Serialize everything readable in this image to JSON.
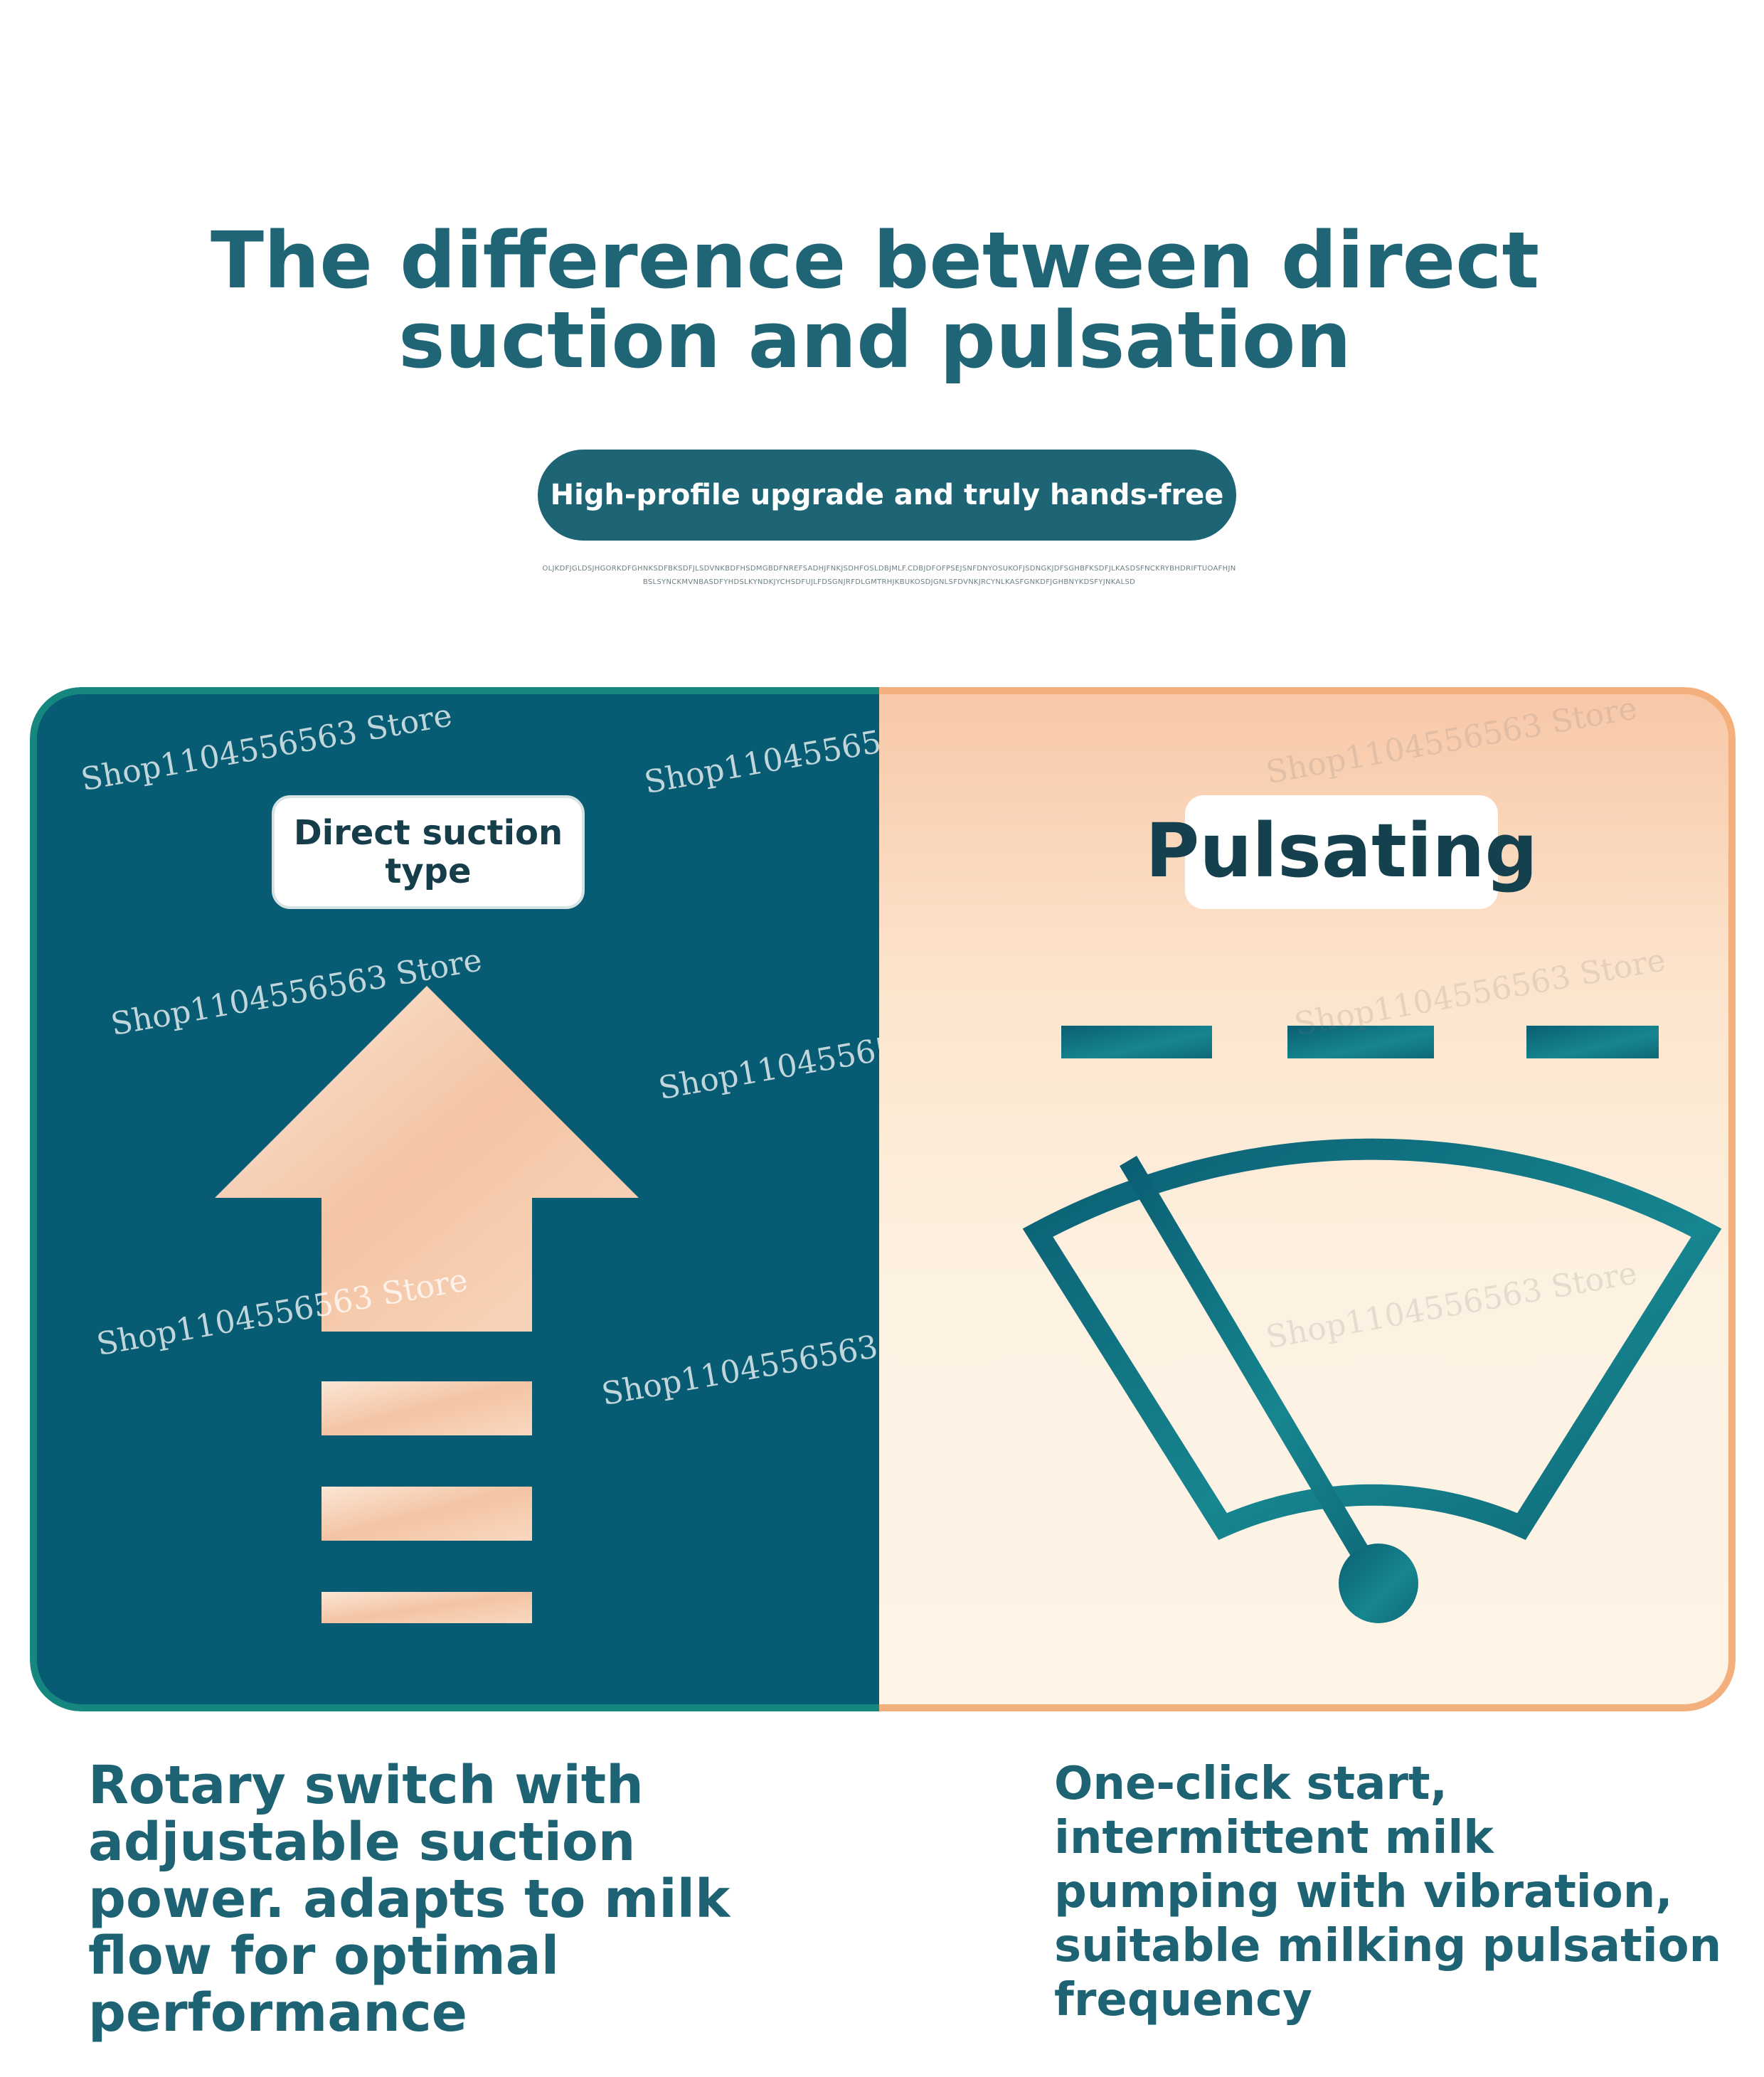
{
  "header": {
    "title": "The difference between direct suction and pulsation",
    "badge": "High-profile upgrade and truly hands-free",
    "fine_print": "OLJKDFJGLDSJHGORKDFGHNKSDFBKSDFJLSDVNKBDFHSDMGBDFNREFSADHJFNKJSDHFOSLDBJMLF.CDBJDFOFPSEJSNFDNYOSUKOFJSDNGKJDFSGHBFKSDFJLKASDSFNCKRYBHDRIFTUOAFHJNBSLSYNCKMVNBASDFYHDSLKYNDKJYCHSDFUJLFDSGNJRFDLGMTRHJKBUKOSDJGNLSFDVNKJRCYNLKASFGNKDFJGHBNYKDSFYJNKALSD"
  },
  "left_panel": {
    "label": "Direct suction type",
    "icon": "upward-arrow-icon",
    "bg_color": "#075b72",
    "accent_color": "#f7d2b6"
  },
  "right_panel": {
    "label": "Pulsating",
    "icon": "wiper-gauge-icon",
    "accent_color": "#0f6878"
  },
  "watermark": "Shop1104556563 Store",
  "descriptions": {
    "left": "Rotary switch with adjustable suction power. adapts to milk flow for optimal performance",
    "right": "One-click start, intermittent milk pumping with vibration, suitable milking pulsation frequency"
  }
}
